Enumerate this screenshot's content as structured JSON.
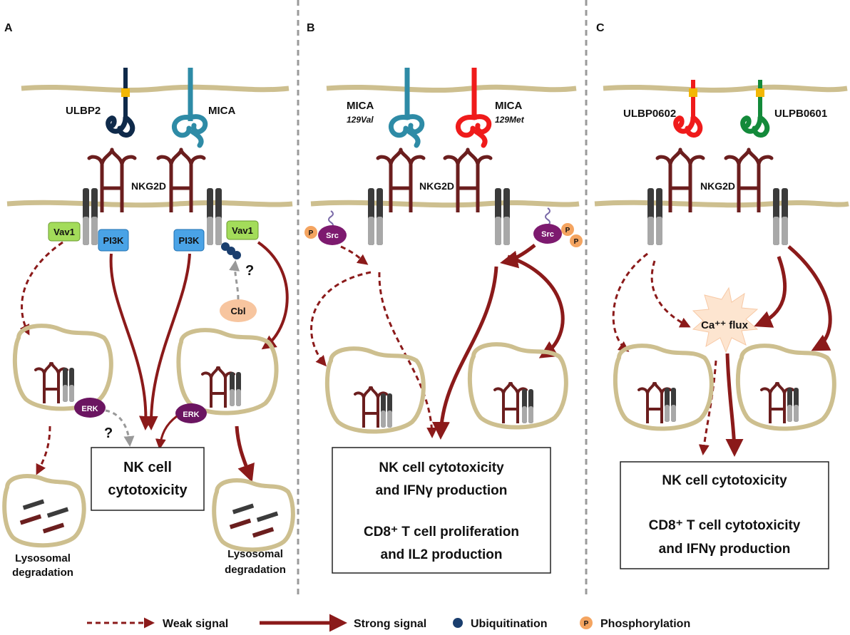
{
  "colors": {
    "membrane": "#cdbf8f",
    "receptor": "#6b1e1e",
    "adaptor_dark": "#3b3b3b",
    "adaptor_light": "#a8a8a8",
    "arrow": "#8b1a1a",
    "ulbp2": "#0f2a4a",
    "mica": "#2e8ba6",
    "red_ligand": "#ef1b1b",
    "green_ligand": "#138a3a",
    "gpi": "#f2b705",
    "vav1": "#a3dc5a",
    "pi3k": "#4aa3e6",
    "erk": "#6b1561",
    "src": "#7d1a6f",
    "cbl": "#f7c59f",
    "phospho": "#f4a460",
    "ubiq": "#1a3e6e",
    "ca_flux": "#fde5d0"
  },
  "panels": {
    "A": {
      "letter": "A",
      "ligand_left": "ULBP2",
      "ligand_right": "MICA",
      "receptor": "NKG2D",
      "vav1": "Vav1",
      "pi3k": "PI3K",
      "erk": "ERK",
      "cbl": "Cbl",
      "question": "?",
      "output": [
        "NK cell",
        "cytotoxicity"
      ],
      "lysosomal": [
        "Lysosomal",
        "degradation"
      ]
    },
    "B": {
      "letter": "B",
      "ligand_left": "MICA",
      "ligand_left_sub": "129Val",
      "ligand_right": "MICA",
      "ligand_right_sub": "129Met",
      "receptor": "NKG2D",
      "src": "Src",
      "p": "P",
      "output": [
        "NK cell cytotoxicity",
        "and IFNγ production",
        "CD8⁺ T cell proliferation",
        "and IL2 production"
      ]
    },
    "C": {
      "letter": "C",
      "ligand_left": "ULBP0602",
      "ligand_right": "ULPB0601",
      "receptor": "NKG2D",
      "ca_flux": "Ca⁺⁺ flux",
      "output": [
        "NK cell cytotoxicity",
        "CD8⁺ T cell cytotoxicity",
        "and IFNγ production"
      ]
    }
  },
  "legend": {
    "weak": "Weak signal",
    "strong": "Strong signal",
    "ubiq": "Ubiquitination",
    "phospho": "Phosphorylation",
    "p": "P"
  }
}
